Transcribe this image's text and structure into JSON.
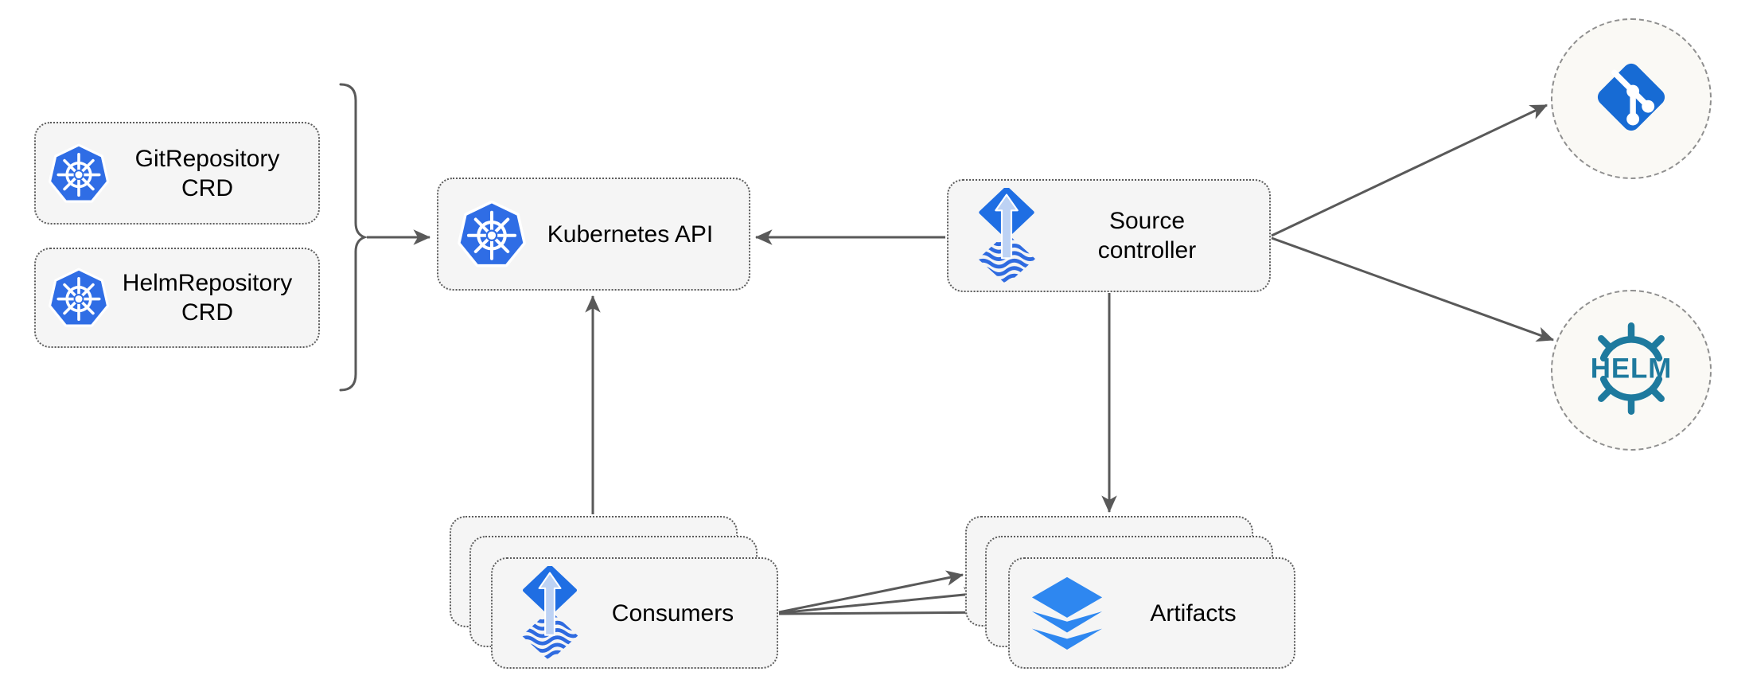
{
  "diagram": {
    "nodes": {
      "git_repository_crd": {
        "line1": "GitRepository",
        "line2": "CRD",
        "icon": "kubernetes-icon"
      },
      "helm_repository_crd": {
        "line1": "HelmRepository",
        "line2": "CRD",
        "icon": "kubernetes-icon"
      },
      "kubernetes_api": {
        "label": "Kubernetes API",
        "icon": "kubernetes-icon"
      },
      "source_controller": {
        "line1": "Source",
        "line2": "controller",
        "icon": "flux-icon"
      },
      "consumers": {
        "label": "Consumers",
        "icon": "flux-icon",
        "stacked_copies": 3
      },
      "artifacts": {
        "label": "Artifacts",
        "icon": "layers-icon",
        "stacked_copies": 3
      },
      "git_remote": {
        "icon": "git-icon"
      },
      "helm_remote": {
        "icon": "helm-icon",
        "logo_text": "HELM"
      }
    },
    "edges": [
      {
        "from": "crd-brace-group",
        "to": "kubernetes_api"
      },
      {
        "from": "source_controller",
        "to": "kubernetes_api"
      },
      {
        "from": "consumers",
        "to": "kubernetes_api"
      },
      {
        "from": "source_controller",
        "to": "artifacts"
      },
      {
        "from": "source_controller",
        "to": "git_remote"
      },
      {
        "from": "source_controller",
        "to": "helm_remote"
      },
      {
        "from": "consumers",
        "to": "artifacts",
        "arrow_count": 3
      }
    ],
    "colors": {
      "box_fill": "#f5f5f5",
      "box_border": "#5c5c5c",
      "circle_fill": "#faf9f5",
      "circle_border": "#8f8f8f",
      "arrow": "#595959",
      "kubernetes_blue": "#2f6de5",
      "flux_blue": "#1f6ee3",
      "flux_arrow_light": "#bdd2f4",
      "git_blue": "#176bd4",
      "helm_teal": "#1e7a9e",
      "layers_blue": "#2e87f0",
      "text": "#000000"
    }
  }
}
